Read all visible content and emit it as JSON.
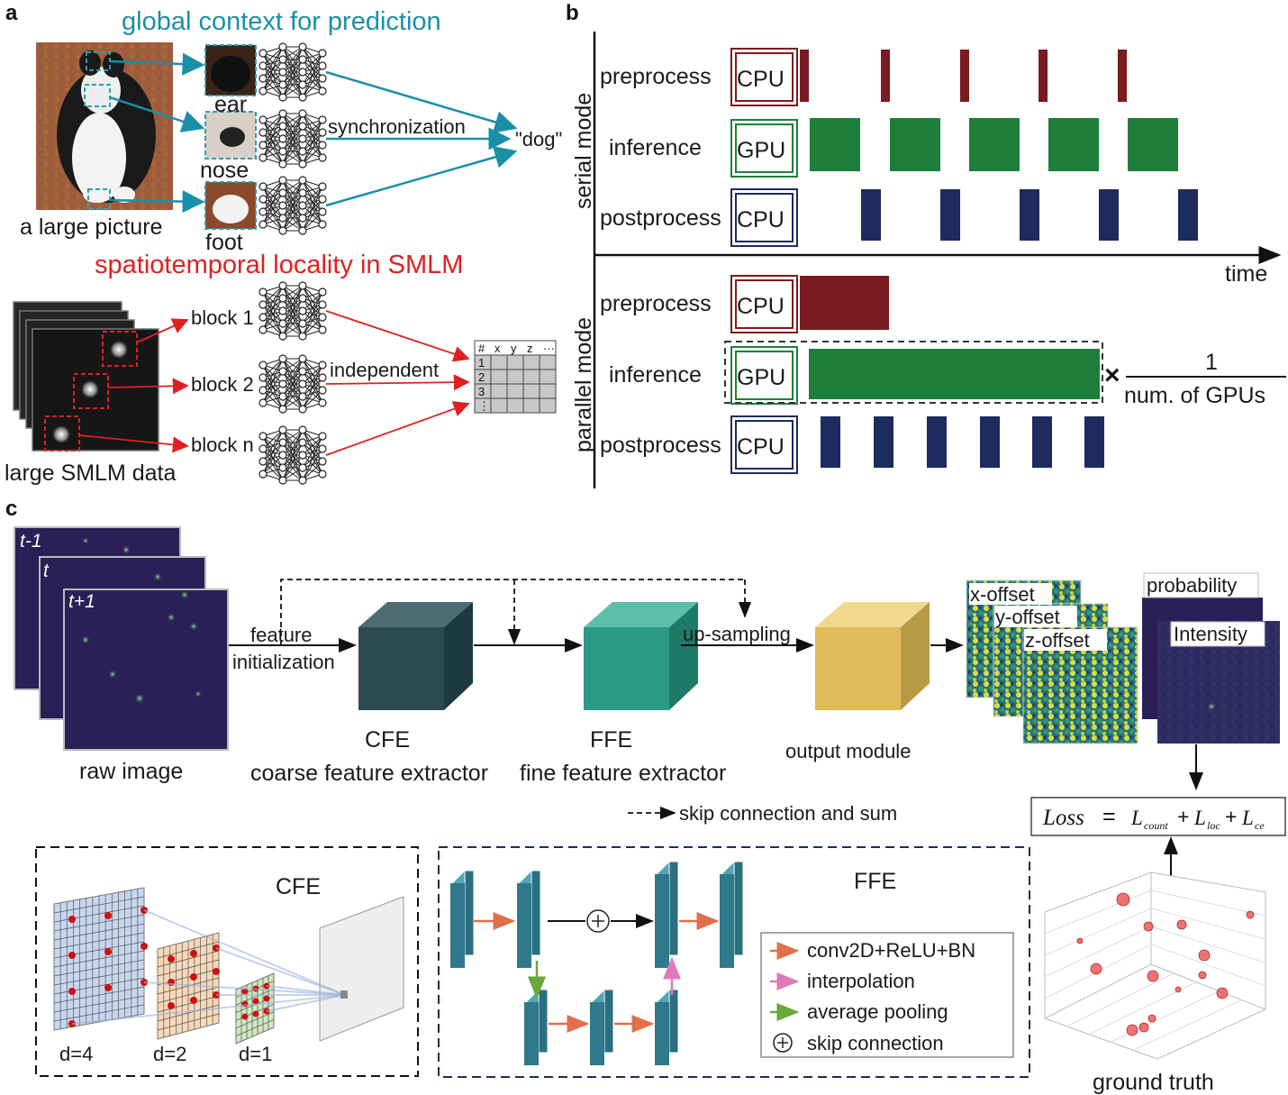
{
  "colors": {
    "teal": "#1a8fa8",
    "red": "#e02020",
    "cpu_red": "#7b1a1f",
    "gpu_green": "#1e7f3a",
    "cpu_navy": "#1d2b5e",
    "cfe": "#2c4a52",
    "ffe": "#2a9a86",
    "out": "#e1bb57",
    "heat_bg": "#2a1f57"
  },
  "panel_a": {
    "letter": "a",
    "title_top": "global context for prediction",
    "parts": [
      "ear",
      "nose",
      "foot"
    ],
    "picture_caption": "a large picture",
    "sync_label": "synchronization",
    "output_label": "\"dog\"",
    "title_bottom": "spatiotemporal locality in SMLM",
    "blocks": [
      "block 1",
      "block 2",
      "block n"
    ],
    "independent_label": "independent",
    "table_headers": [
      "#",
      "x",
      "y",
      "z",
      "···"
    ],
    "table_rows": [
      "1",
      "2",
      "3",
      "⋮"
    ],
    "data_caption": "large SMLM data"
  },
  "panel_b": {
    "letter": "b",
    "serial_mode": "serial mode",
    "parallel_mode": "parallel mode",
    "stages": [
      "preprocess",
      "inference",
      "postprocess"
    ],
    "cpu": "CPU",
    "gpu": "GPU",
    "time_label": "time",
    "times_symbol": "×",
    "fraction_num": "1",
    "fraction_den": "num. of GPUs"
  },
  "panel_c": {
    "letter": "c",
    "frames": [
      "t-1",
      "t",
      "t+1"
    ],
    "raw_image": "raw image",
    "feature_init_1": "feature",
    "feature_init_2": "initialization",
    "upsampling": "up-sampling",
    "cfe_abbr": "CFE",
    "cfe_full": "coarse feature extractor",
    "ffe_abbr": "FFE",
    "ffe_full": "fine feature extractor",
    "output_module": "output module",
    "offsets": [
      "x-offset",
      "y-offset",
      "z-offset"
    ],
    "probability": "probability",
    "intensity": "Intensity",
    "skip_legend": "skip connection and sum",
    "loss": {
      "lhs": "Loss",
      "eq": "=",
      "t1": "L",
      "s1": "count",
      "t2": "L",
      "s2": "loc",
      "t3": "L",
      "s3": "ce",
      "plus": "+"
    },
    "ground_truth": "ground truth",
    "cfe_box_title": "CFE",
    "dilations": [
      "d=4",
      "d=2",
      "d=1"
    ],
    "ffe_box_title": "FFE",
    "ffe_legend": [
      {
        "label": "conv2D+ReLU+BN",
        "color": "#e0704a"
      },
      {
        "label": "interpolation",
        "color": "#e07ab8"
      },
      {
        "label": "average pooling",
        "color": "#6aa83a"
      },
      {
        "label": "skip connection",
        "color": "#222222"
      }
    ]
  }
}
